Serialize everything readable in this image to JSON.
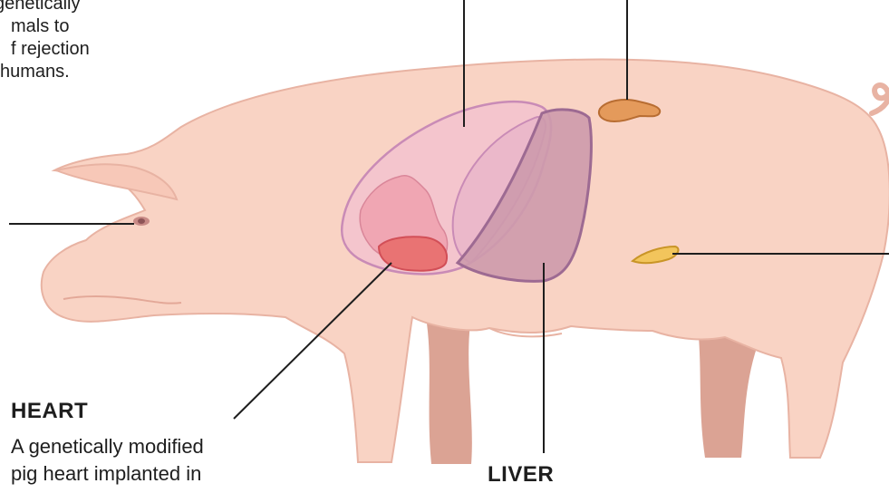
{
  "intro": {
    "lines": [
      "genetically",
      "mals to",
      "f rejection",
      "humans."
    ]
  },
  "heart": {
    "title": "HEART",
    "lines": [
      "A genetically modified",
      "pig heart implanted in"
    ]
  },
  "liver": {
    "title": "LIVER"
  },
  "colors": {
    "pig_body": "#f9d3c4",
    "pig_outline": "#e8b3a3",
    "pig_leg_shadow": "#dba394",
    "lung": "#f2c2d0",
    "lung_outline": "#c98bb6",
    "heart_organ": "#efa0ae",
    "heart_chamber": "#e97373",
    "liver": "#cd9aac",
    "liver_outline": "#9d6a92",
    "kidney": "#e49a5b",
    "gland": "#f2c55c",
    "leader_line": "#1e1e1e"
  }
}
